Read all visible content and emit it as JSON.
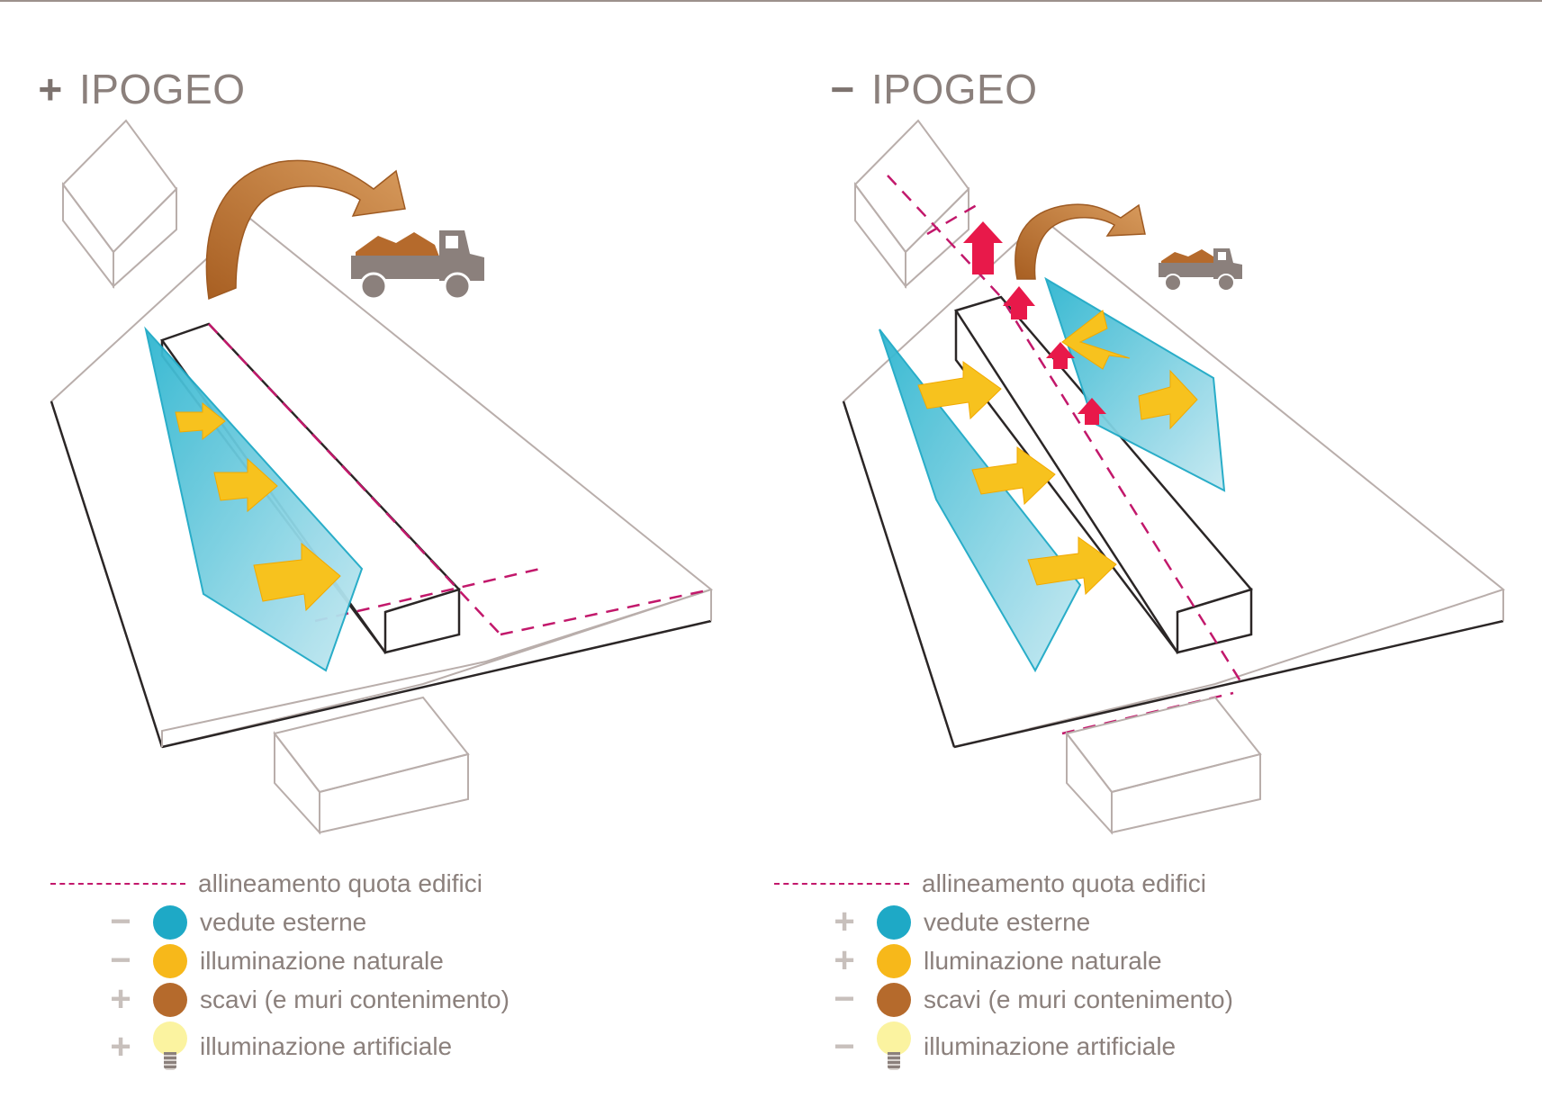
{
  "panels": [
    {
      "sign": "+",
      "title": "IPOGEO",
      "legend": [
        {
          "marker": "dashed-line",
          "sign": "",
          "label": "allineamento quota edifici"
        },
        {
          "marker": "dot",
          "sign": "−",
          "color": "#1ea9c6",
          "label": "vedute esterne"
        },
        {
          "marker": "dot",
          "sign": "−",
          "color": "#f7b81a",
          "label": "illuminazione naturale"
        },
        {
          "marker": "dot",
          "sign": "+",
          "color": "#b56a2c",
          "label": "scavi (e muri contenimento)"
        },
        {
          "marker": "bulb",
          "sign": "+",
          "label": "illuminazione artificiale"
        }
      ]
    },
    {
      "sign": "−",
      "title": "IPOGEO",
      "legend": [
        {
          "marker": "dashed-line",
          "sign": "",
          "label": "allineamento quota edifici"
        },
        {
          "marker": "dot",
          "sign": "+",
          "color": "#1ea9c6",
          "label": "vedute esterne"
        },
        {
          "marker": "dot",
          "sign": "+",
          "color": "#f7b81a",
          "label": "lluminazione naturale"
        },
        {
          "marker": "dot",
          "sign": "−",
          "color": "#b56a2c",
          "label": "scavi (e muri contenimento)"
        },
        {
          "marker": "bulb",
          "sign": "−",
          "label": "illuminazione artificiale"
        }
      ]
    }
  ],
  "colors": {
    "view": "#1ea9c6",
    "light": "#f7b81a",
    "excavation": "#b56a2c",
    "alignment": "#c2186b",
    "up_arrow": "#e8194a",
    "outline": "#b9aeab",
    "truck": "#8b807c"
  }
}
